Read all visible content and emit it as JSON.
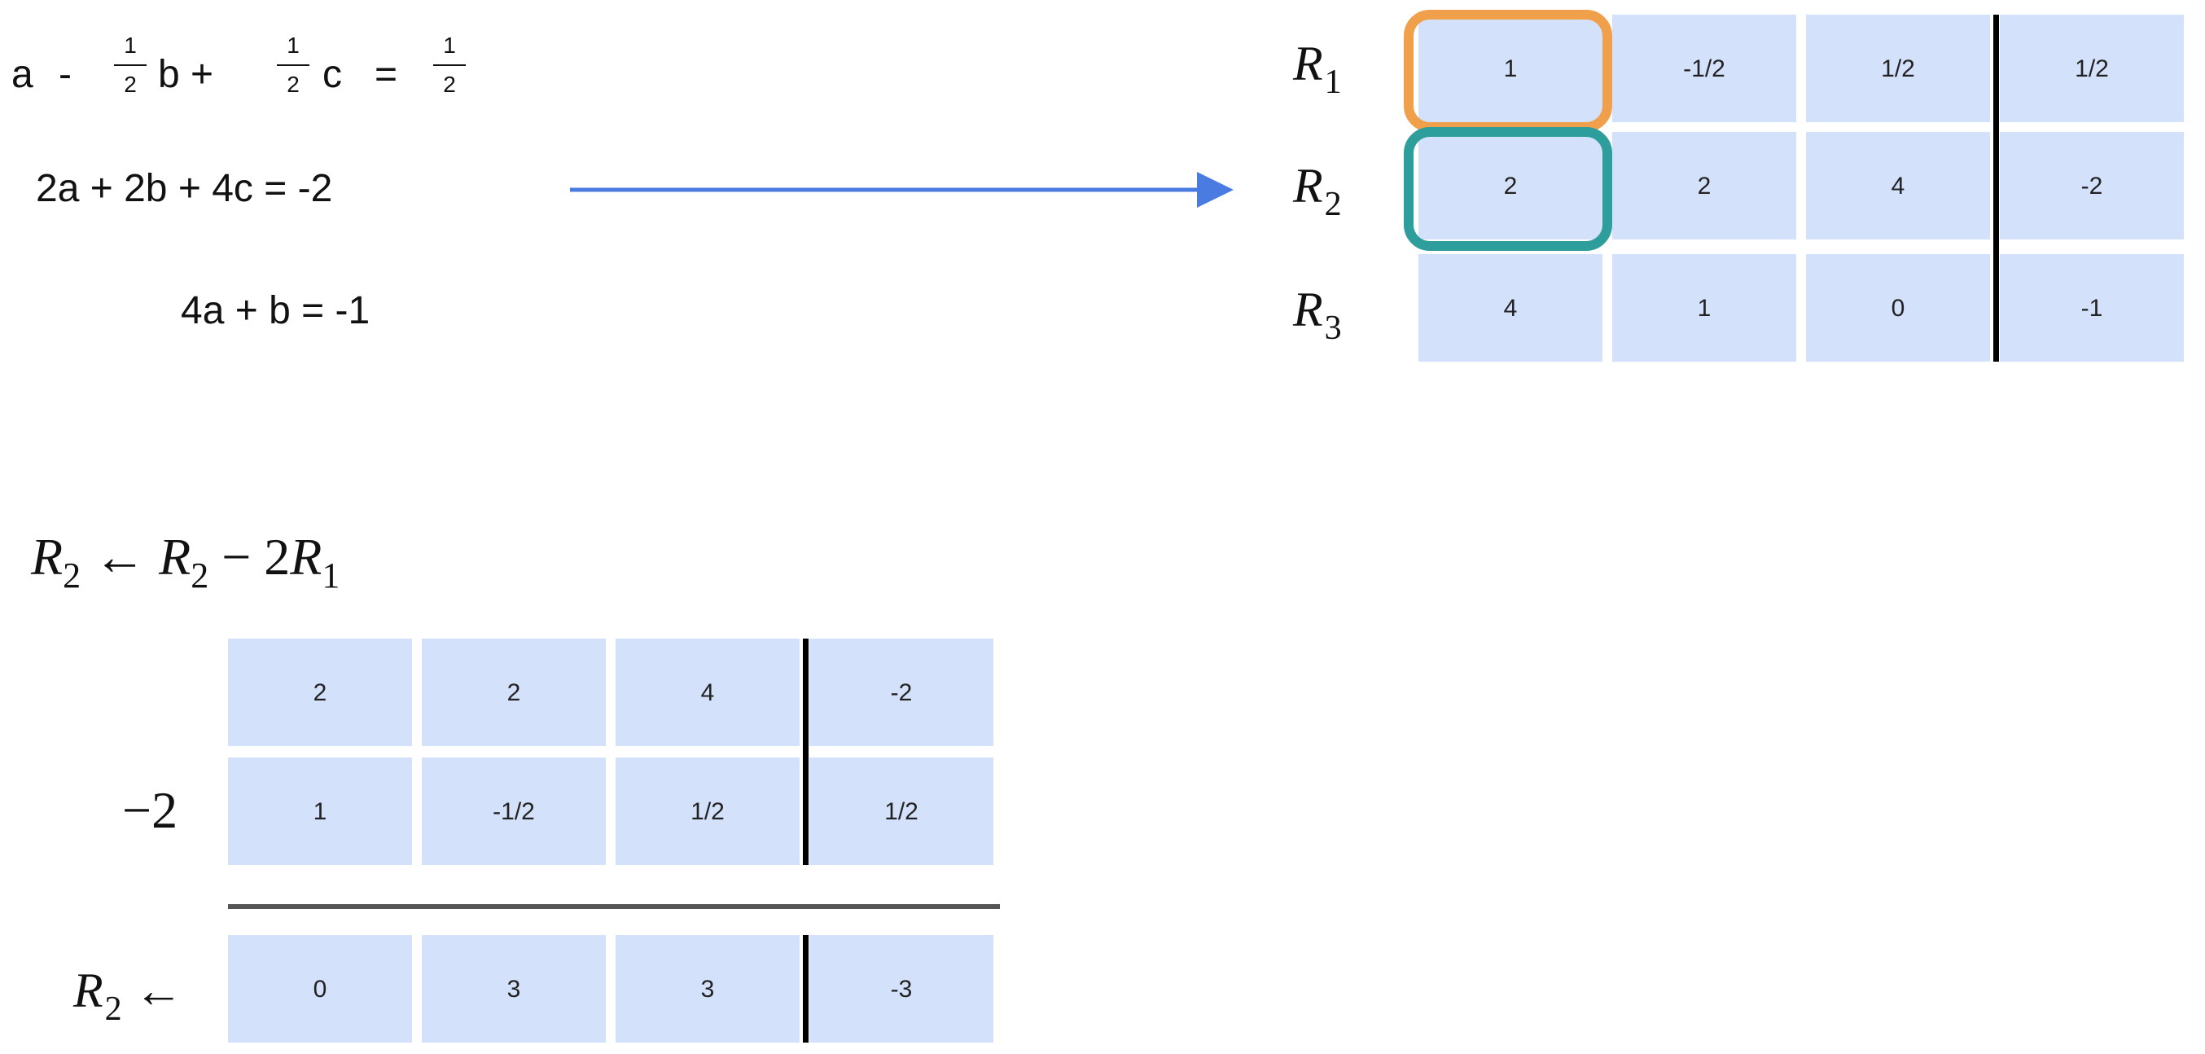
{
  "equations": {
    "eq1": {
      "a": "a",
      "minus": "-",
      "b_frac_num": "1",
      "b_frac_den": "2",
      "b": "b +",
      "c_frac_num": "1",
      "c_frac_den": "2",
      "c": "c",
      "equals": "=",
      "rhs_num": "1",
      "rhs_den": "2"
    },
    "eq2": "2a + 2b + 4c  =  -2",
    "eq3": "4a + b  =  -1"
  },
  "augmented_matrix": {
    "row_labels": [
      {
        "letter": "R",
        "index": "1"
      },
      {
        "letter": "R",
        "index": "2"
      },
      {
        "letter": "R",
        "index": "3"
      }
    ],
    "rows": [
      [
        "1",
        "-1/2",
        "1/2",
        "1/2"
      ],
      [
        "2",
        "2",
        "4",
        "-2"
      ],
      [
        "4",
        "1",
        "0",
        "-1"
      ]
    ],
    "highlight_colors": {
      "row1_pivot": "#f0a04b",
      "row2_pivot": "#2e9e9c"
    }
  },
  "operation": {
    "formula": {
      "target": "R",
      "target_index": "2",
      "arrow": "←",
      "source": "R",
      "source_index": "2",
      "minus_coef": "− 2",
      "pivot": "R",
      "pivot_index": "1"
    },
    "multiplier": "−2",
    "row_a": [
      "2",
      "2",
      "4",
      "-2"
    ],
    "row_b": [
      "1",
      "-1/2",
      "1/2",
      "1/2"
    ],
    "result_label": {
      "letter": "R",
      "index": "2",
      "arrow": "←"
    },
    "result_row": [
      "0",
      "3",
      "3",
      "-3"
    ]
  },
  "colors": {
    "cell_fill": "#d4e1fb",
    "arrow": "#4a7be0"
  }
}
